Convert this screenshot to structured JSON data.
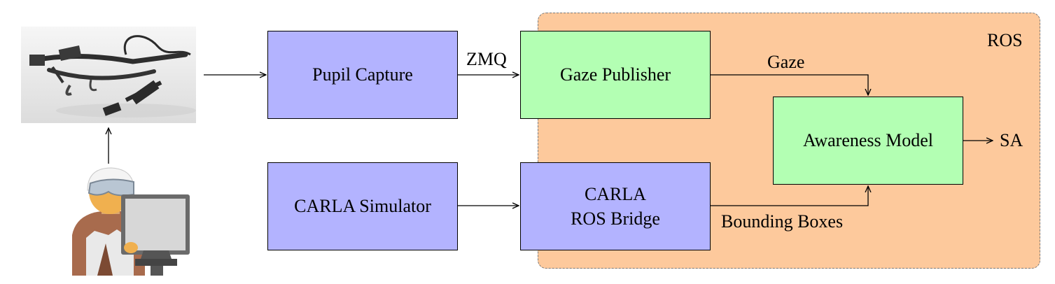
{
  "ros_region": {
    "label": "ROS",
    "fill": "#fdc99c",
    "border": "#7a7a7a"
  },
  "blocks": {
    "pupil_capture": {
      "label": "Pupil Capture",
      "fill": "#b3b3ff"
    },
    "carla_simulator": {
      "label": "CARLA Simulator",
      "fill": "#b3b3ff"
    },
    "gaze_publisher": {
      "label": "Gaze Publisher",
      "fill": "#b3ffb3"
    },
    "carla_ros_bridge": {
      "line1": "CARLA",
      "line2": "ROS Bridge",
      "fill": "#b3b3ff"
    },
    "awareness_model": {
      "label": "Awareness Model",
      "fill": "#b3ffb3"
    }
  },
  "edge_labels": {
    "zmq": "ZMQ",
    "gaze": "Gaze",
    "bounding_boxes": "Bounding Boxes",
    "sa": "SA"
  },
  "icons": {
    "eye_tracker": "eye-tracker-glasses-icon",
    "user": "user-at-computer-icon"
  }
}
